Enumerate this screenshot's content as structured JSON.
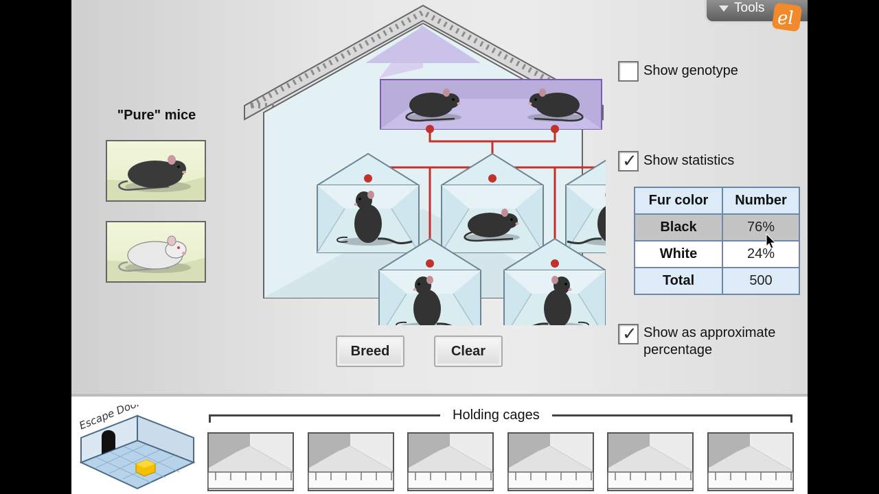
{
  "tools": {
    "label": "Tools",
    "logo_icon": "explorelearning-logo-icon"
  },
  "pure_mice": {
    "title": "\"Pure\" mice",
    "mice": [
      {
        "fur_color": "black"
      },
      {
        "fur_color": "white"
      }
    ]
  },
  "breeding": {
    "parents": [
      "black",
      "black"
    ],
    "offspring": [
      "black",
      "black",
      "black",
      "black",
      "black"
    ]
  },
  "buttons": {
    "breed": "Breed",
    "clear": "Clear"
  },
  "options": {
    "show_genotype": {
      "label": "Show genotype",
      "checked": false
    },
    "show_statistics": {
      "label": "Show statistics",
      "checked": true
    },
    "show_approx": {
      "label": "Show as approximate percentage",
      "checked": true
    }
  },
  "statistics": {
    "headers": [
      "Fur color",
      "Number"
    ],
    "rows": [
      {
        "label": "Black",
        "value": "76%"
      },
      {
        "label": "White",
        "value": "24%"
      },
      {
        "label": "Total",
        "value": "500"
      }
    ]
  },
  "escape_door": {
    "label": "Escape Door"
  },
  "holding": {
    "title": "Holding cages",
    "cage_count": 6
  },
  "colors": {
    "pedigree_line": "#c0322b",
    "parent_cage": "#b9addc",
    "table_border": "#6d87a8",
    "table_header_bg": "#dcebf7"
  }
}
